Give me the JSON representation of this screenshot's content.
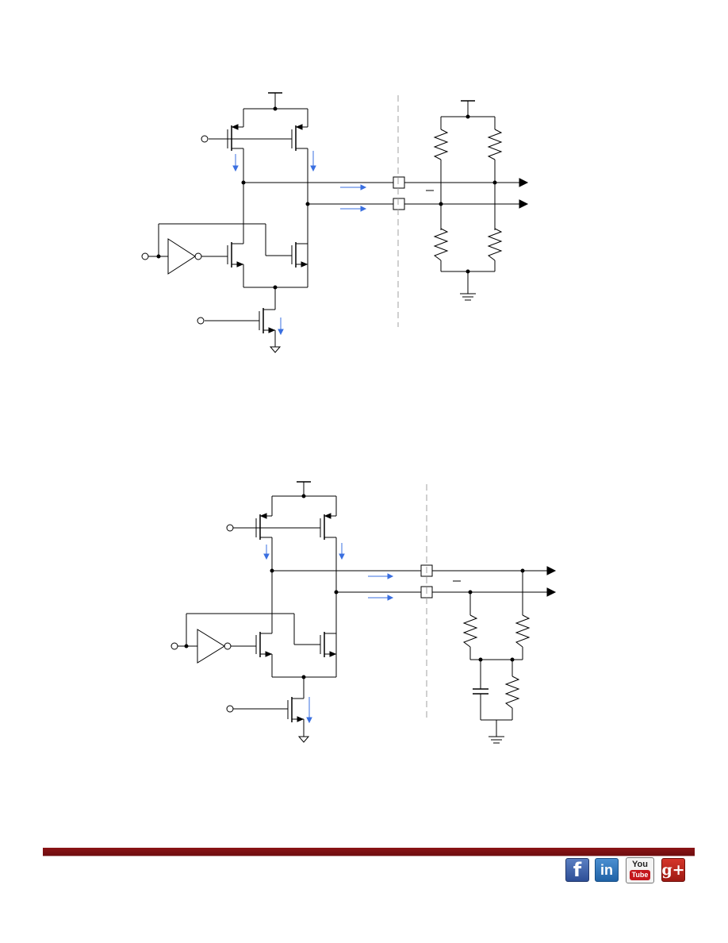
{
  "footer": {
    "social_icons": [
      {
        "name": "facebook-icon",
        "glyph": "f"
      },
      {
        "name": "linkedin-icon",
        "glyph": "in"
      },
      {
        "name": "youtube-icon",
        "glyph_top": "You",
        "glyph_bottom": "Tube"
      },
      {
        "name": "google-plus-icon",
        "glyph": "g+"
      }
    ],
    "rule_color": "#7a1113"
  },
  "colors": {
    "wire": "#000000",
    "current_arrow": "#3a6fe0",
    "boundary": "#a0a0a0"
  }
}
